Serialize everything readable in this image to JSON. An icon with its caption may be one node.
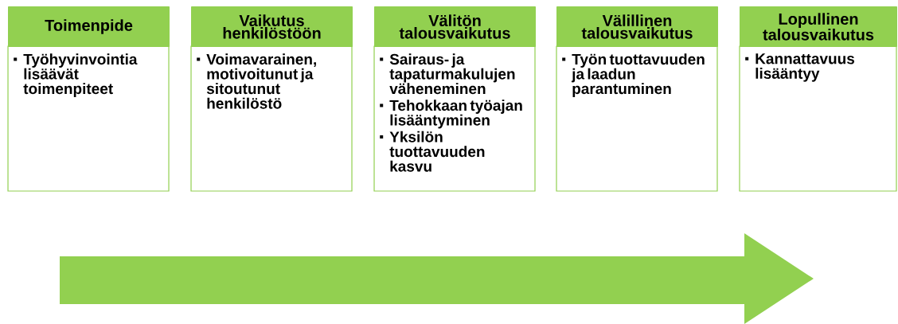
{
  "diagram": {
    "nodes": [
      {
        "text": [
          "Toimenpide"
        ]
      },
      {
        "text": [
          "Työhyvinvointia lisäävät toimenpiteet"
        ]
      },
      {
        "text": [
          "Vaikutus henkilöstöön"
        ]
      },
      {
        "text": [
          "Voimavarainen, motivoitunut ja sitoutunut henkilöstö"
        ]
      },
      {
        "text": [
          "Välitön talousvaikutus"
        ]
      },
      {
        "text": [
          "Sairaus- ja tapaturmakulujen väheneminen",
          "Tehokkaan työajan lisääntyminen",
          "Yksilön tuottavuuden kasvu"
        ]
      },
      {
        "text": [
          "Välillinen talousvaikutus"
        ]
      },
      {
        "text": [
          "Työn tuottavuuden ja laadun parantuminen"
        ]
      },
      {
        "text": [
          "Lopullinen talousvaikutus"
        ]
      },
      {
        "text": [
          "Kannattavuus lisääntyy"
        ]
      }
    ]
  }
}
